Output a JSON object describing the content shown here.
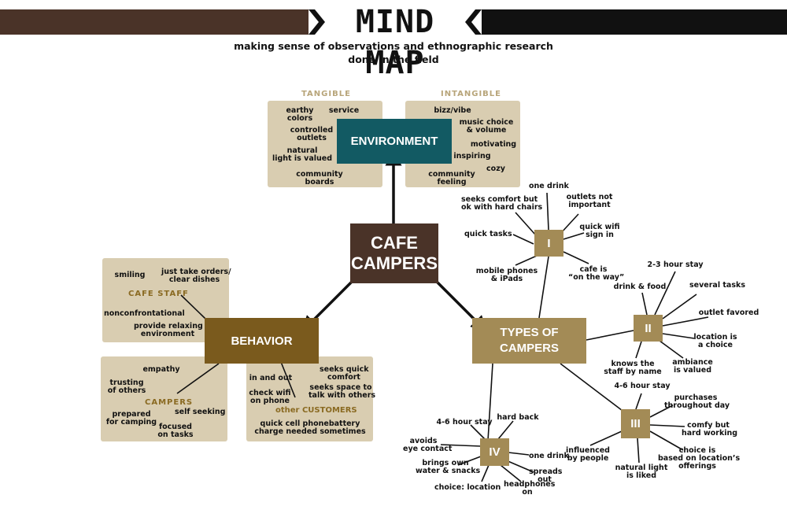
{
  "header": {
    "title": "MIND MAP",
    "subtitle_line1": "making sense of observations and ethnographic research",
    "subtitle_line2": "done in the field"
  },
  "colors": {
    "dark_brown": "#4a3328",
    "teal": "#125a63",
    "olive_brown": "#7a5a1d",
    "tan": "#a38b56",
    "panel": "#d9cdb1",
    "heading_tan": "#b8a57a",
    "heading_olive": "#8a6a22"
  },
  "center": {
    "line1": "CAFE",
    "line2": "CAMPERS"
  },
  "environment": {
    "label": "ENVIRONMENT",
    "tangible_heading": "TANGIBLE",
    "intangible_heading": "INTANGIBLE",
    "tangible": [
      {
        "l1": "earthy",
        "l2": "colors"
      },
      {
        "l1": "service",
        "l2": ""
      },
      {
        "l1": "controlled",
        "l2": "outlets"
      },
      {
        "l1": "natural",
        "l2": "light is valued"
      },
      {
        "l1": "community",
        "l2": "boards"
      }
    ],
    "intangible": [
      {
        "l1": "bizz/vibe",
        "l2": ""
      },
      {
        "l1": "music choice",
        "l2": "& volume"
      },
      {
        "l1": "motivating",
        "l2": ""
      },
      {
        "l1": "inspiring",
        "l2": ""
      },
      {
        "l1": "cozy",
        "l2": ""
      },
      {
        "l1": "community",
        "l2": "feeling"
      }
    ]
  },
  "behavior": {
    "label": "BEHAVIOR",
    "cafe_staff": {
      "heading": "CAFE STAFF",
      "items": [
        {
          "l1": "smiling",
          "l2": ""
        },
        {
          "l1": "just take orders/",
          "l2": "clear dishes"
        },
        {
          "l1": "nonconfrontational",
          "l2": ""
        },
        {
          "l1": "provide relaxing",
          "l2": "environment"
        }
      ]
    },
    "campers": {
      "heading": "CAMPERS",
      "items": [
        {
          "l1": "empathy",
          "l2": ""
        },
        {
          "l1": "trusting",
          "l2": "of others"
        },
        {
          "l1": "prepared",
          "l2": "for camping"
        },
        {
          "l1": "self seeking",
          "l2": ""
        },
        {
          "l1": "focused",
          "l2": "on tasks"
        }
      ]
    },
    "other_customers": {
      "heading": "other CUSTOMERS",
      "items": [
        {
          "l1": "in and out",
          "l2": ""
        },
        {
          "l1": "seeks quick",
          "l2": "comfort"
        },
        {
          "l1": "check wifi",
          "l2": "on phone"
        },
        {
          "l1": "seeks space to",
          "l2": "talk with others"
        },
        {
          "l1": "quick cell phonebattery",
          "l2": "charge needed sometimes"
        }
      ]
    }
  },
  "types": {
    "label_line1": "TYPES OF",
    "label_line2": "CAMPERS",
    "type_I": {
      "label": "I",
      "items": [
        {
          "l1": "one drink",
          "l2": ""
        },
        {
          "l1": "seeks comfort but",
          "l2": "ok with hard chairs"
        },
        {
          "l1": "outlets not",
          "l2": "important"
        },
        {
          "l1": "quick wifi",
          "l2": "sign in"
        },
        {
          "l1": "quick tasks",
          "l2": ""
        },
        {
          "l1": "mobile phones",
          "l2": "& iPads"
        },
        {
          "l1": "cafe is",
          "l2": "“on the way”"
        }
      ]
    },
    "type_II": {
      "label": "II",
      "items": [
        {
          "l1": "2-3 hour stay",
          "l2": ""
        },
        {
          "l1": "drink & food",
          "l2": ""
        },
        {
          "l1": "several tasks",
          "l2": ""
        },
        {
          "l1": "outlet favored",
          "l2": ""
        },
        {
          "l1": "location is",
          "l2": "a choice"
        },
        {
          "l1": "ambiance",
          "l2": "is valued"
        },
        {
          "l1": "knows the",
          "l2": "staff by name"
        }
      ]
    },
    "type_III": {
      "label": "III",
      "items": [
        {
          "l1": "4-6 hour stay",
          "l2": ""
        },
        {
          "l1": "purchases",
          "l2": "throughout day"
        },
        {
          "l1": "comfy but",
          "l2": "hard working"
        },
        {
          "l1": "choice is",
          "l2": "based on location’s"
        },
        {
          "l1": "offerings",
          "l2": ""
        },
        {
          "l1": "influenced",
          "l2": "by people"
        },
        {
          "l1": "natural light",
          "l2": "is liked"
        }
      ]
    },
    "type_IV": {
      "label": "IV",
      "items": [
        {
          "l1": "4-6 hour stay",
          "l2": ""
        },
        {
          "l1": "hard back",
          "l2": ""
        },
        {
          "l1": "avoids",
          "l2": "eye contact"
        },
        {
          "l1": "brings own",
          "l2": "water & snacks"
        },
        {
          "l1": "one drink",
          "l2": ""
        },
        {
          "l1": "spreads",
          "l2": "out"
        },
        {
          "l1": "choice: location",
          "l2": ""
        },
        {
          "l1": "headphones",
          "l2": "on"
        }
      ]
    }
  }
}
